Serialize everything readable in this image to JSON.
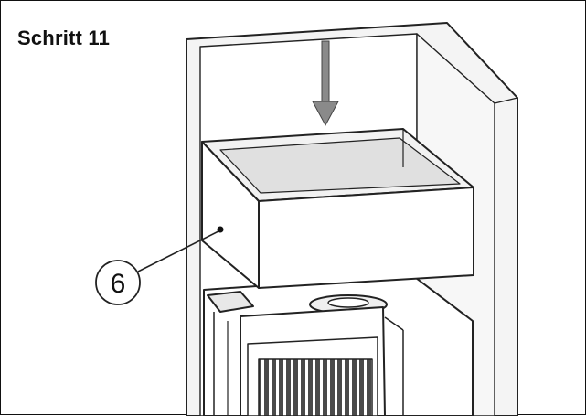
{
  "step": {
    "title": "Schritt 11"
  },
  "callouts": [
    {
      "number": "6",
      "part": "box-panel"
    }
  ],
  "style": {
    "line_color": "#222222",
    "paper_color": "#ffffff"
  }
}
